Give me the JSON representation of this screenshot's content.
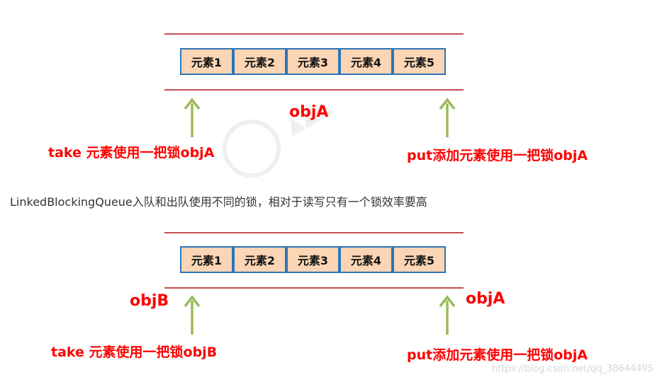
{
  "diagram1": {
    "cells": [
      "元素1",
      "元素2",
      "元素3",
      "元素4",
      "元素5"
    ],
    "center_lock": "objA",
    "take_label": "take 元素使用一把锁objA",
    "put_label": "put添加元素使用一把锁objA"
  },
  "caption": "LinkedBlockingQueue入队和出队使用不同的锁，相对于读写只有一个锁效率要高",
  "diagram2": {
    "cells": [
      "元素1",
      "元素2",
      "元素3",
      "元素4",
      "元素5"
    ],
    "left_lock": "objB",
    "right_lock": "objA",
    "take_label": "take 元素使用一把锁objB",
    "put_label": "put添加元素使用一把锁objA"
  },
  "watermark_text": "https://blog.csdn.net/qq_38644495",
  "colors": {
    "rule": "#c0504d",
    "cell_fill": "#fbd5b5",
    "cell_border": "#2e75b6",
    "label_red": "#ff0000",
    "arrow_green": "#9bbb59"
  }
}
